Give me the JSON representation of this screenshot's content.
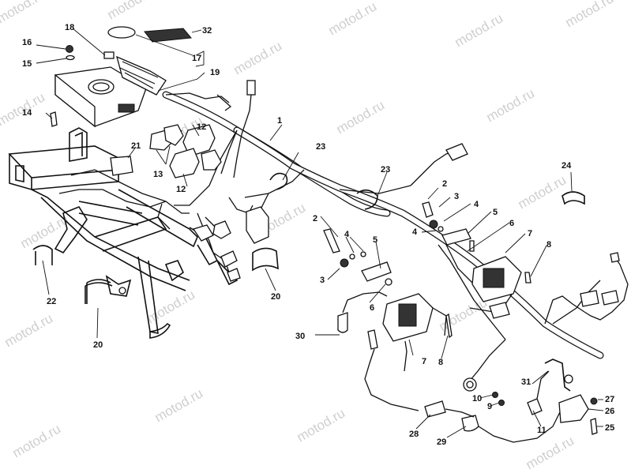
{
  "watermark": "motod.ru",
  "callouts": [
    "1",
    "2",
    "3",
    "4",
    "5",
    "6",
    "7",
    "8",
    "9",
    "10",
    "11",
    "12",
    "13",
    "14",
    "15",
    "16",
    "17",
    "18",
    "19",
    "20",
    "21",
    "22",
    "23",
    "24",
    "25",
    "26",
    "27",
    "28",
    "29",
    "30",
    "31",
    "32"
  ]
}
